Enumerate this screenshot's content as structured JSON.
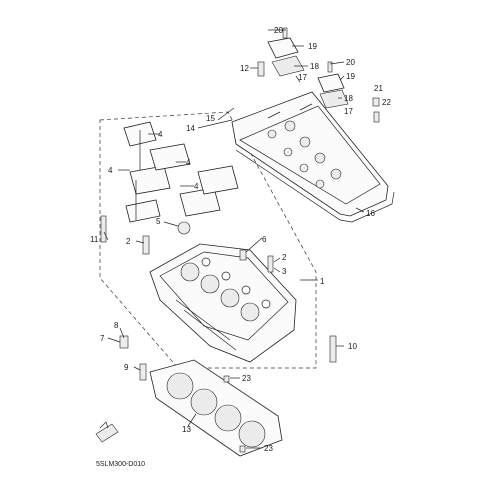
{
  "callouts": [
    "1",
    "2",
    "3",
    "4",
    "5",
    "6",
    "7",
    "8",
    "9",
    "10",
    "11",
    "12",
    "13",
    "14",
    "15",
    "16",
    "17",
    "18",
    "19",
    "20",
    "21",
    "22",
    "23"
  ],
  "drawing_code": "5SLM300-D010"
}
